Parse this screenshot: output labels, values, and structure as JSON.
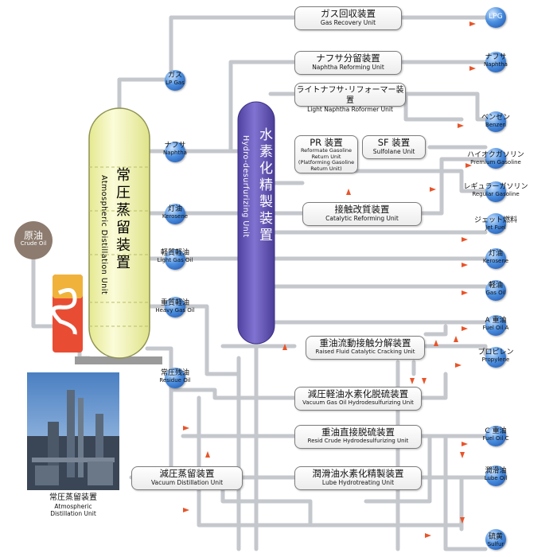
{
  "crude": {
    "ja": "原油",
    "en": "Crude Oil"
  },
  "atmospheric_unit": {
    "ja": "常圧蒸留装置",
    "en": "Atmospheric Distillation Unit"
  },
  "hydro_unit": {
    "ja": "水素化精製装置",
    "en": "Hydro-desurfurizing Unit"
  },
  "column_outputs": {
    "gas": {
      "ja": "ガス",
      "en": "LP Gas"
    },
    "naphtha": {
      "ja": "ナフサ",
      "en": "Naphtha"
    },
    "kerosene": {
      "ja": "灯油",
      "en": "Kerosene"
    },
    "light_gas_oil": {
      "ja": "軽質軽油",
      "en": "Light Gas Oil"
    },
    "heavy_gas_oil": {
      "ja": "重質軽油",
      "en": "Heavy Gas Oil"
    },
    "residue_oil": {
      "ja": "常圧残油",
      "en": "Residue Oil"
    }
  },
  "units": {
    "gas_recovery": {
      "ja": "ガス回収装置",
      "en": "Gas Recovery Unit"
    },
    "naphtha_reforming": {
      "ja": "ナフサ分留装置",
      "en": "Naphtha Reforming Unit"
    },
    "light_naphtha": {
      "ja": "ライトナフサ･リフォーマー装置",
      "en": "Light Naphtha Roformer Unit"
    },
    "pr": {
      "ja": "PR 装置",
      "en": "Reformate Gasoline Return Unit (Platforming Gasoline Return Unit)"
    },
    "sf": {
      "ja": "SF 装置",
      "en": "Sulfolane Unit"
    },
    "catalytic_reforming": {
      "ja": "接触改質装置",
      "en": "Catalytic Reforming Unit"
    },
    "rfcc": {
      "ja": "重油流動接触分解装置",
      "en": "Raised Fluid Catalytic Cracking Unit"
    },
    "vgo": {
      "ja": "減圧軽油水素化脱硫装置",
      "en": "Vacuum Gas Oil Hydrodesulfurizing Unit"
    },
    "resid": {
      "ja": "重油直接脱硫装置",
      "en": "Resid Crude Hydrodesulfurizing Unit"
    },
    "lube": {
      "ja": "潤滑油水素化精製装置",
      "en": "Lube Hydrotreating Unit"
    },
    "vacuum": {
      "ja": "減圧蒸留装置",
      "en": "Vacuum Distillation Unit"
    }
  },
  "products": {
    "lpg": {
      "ja": "LPG",
      "en": ""
    },
    "naphtha": {
      "ja": "ナフサ",
      "en": "Naphtha"
    },
    "benzene": {
      "ja": "ベンゼン",
      "en": "Benzen"
    },
    "premium": {
      "ja": "ハイオクガソリン",
      "en": "Premium Gasoline"
    },
    "regular": {
      "ja": "レギュラーガソリン",
      "en": "Regular Gasoline"
    },
    "jet": {
      "ja": "ジェット燃料",
      "en": "Jet Fuel"
    },
    "kerosene": {
      "ja": "灯油",
      "en": "Kerosene"
    },
    "gasoil": {
      "ja": "軽油",
      "en": "Gas Oil"
    },
    "fuel_a": {
      "ja": "A 重油",
      "en": "Fuel Oil A"
    },
    "propylene": {
      "ja": "プロピレン",
      "en": "Propylene"
    },
    "fuel_c": {
      "ja": "C 重油",
      "en": "Fuel Oil C"
    },
    "lube_oil": {
      "ja": "潤滑油",
      "en": "Lube Oil"
    },
    "sulfur": {
      "ja": "硫黄",
      "en": "Sulfur"
    }
  },
  "photo_caption": {
    "ja": "常圧蒸留装置",
    "en1": "Atmospheric",
    "en2": "Distillation Unit"
  },
  "colors": {
    "pipe": "#c4c7cc",
    "arrow": "#e8552a",
    "hydro": "#6657b8",
    "column": "#f2f5b5",
    "product": "#2f6fd0",
    "crude": "#8c7b6e"
  }
}
